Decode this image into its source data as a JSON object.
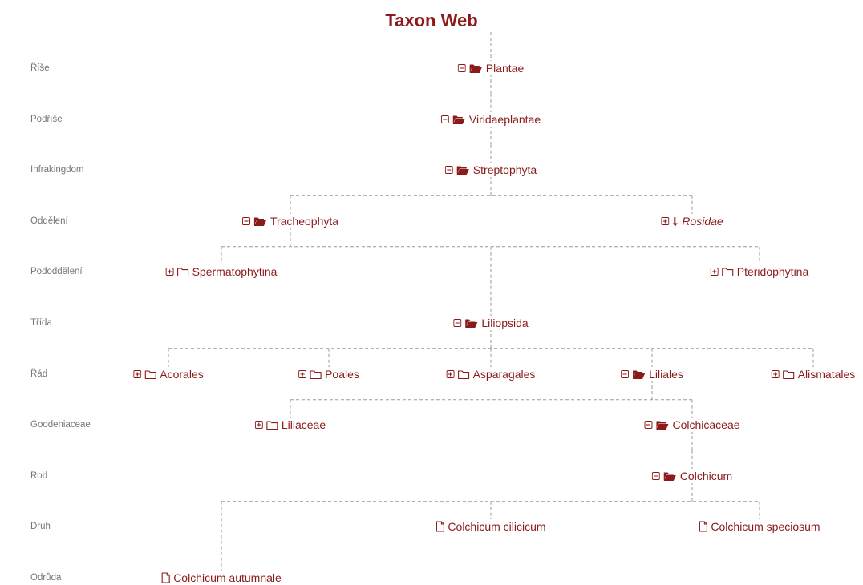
{
  "title": "Taxon Web",
  "colors": {
    "accent": "#8b1a1a",
    "rank_label": "#777777",
    "connector": "#9a9a9a"
  },
  "ranks": [
    "Říše",
    "Podříše",
    "Infrakingdom",
    "Oddělení",
    "Pododdělení",
    "Třída",
    "Řád",
    "Goodeniaceae",
    "Rod",
    "Druh",
    "Odrůda"
  ],
  "nodes": [
    {
      "id": "plantae",
      "label": "Plantae",
      "rank_index": 0,
      "toggle": "minus",
      "icon": "folder-open-icon",
      "parent": null
    },
    {
      "id": "viridaeplantae",
      "label": "Viridaeplantae",
      "rank_index": 1,
      "toggle": "minus",
      "icon": "folder-open-icon",
      "parent": "plantae"
    },
    {
      "id": "streptophyta",
      "label": "Streptophyta",
      "rank_index": 2,
      "toggle": "minus",
      "icon": "folder-open-icon",
      "parent": "viridaeplantae"
    },
    {
      "id": "tracheophyta",
      "label": "Tracheophyta",
      "rank_index": 3,
      "toggle": "minus",
      "icon": "folder-open-icon",
      "parent": "streptophyta"
    },
    {
      "id": "rosidae",
      "label": "Rosidae",
      "rank_index": 3,
      "toggle": "plus",
      "icon": "arrow-down-icon",
      "italic": true,
      "parent": "streptophyta"
    },
    {
      "id": "spermatophytina",
      "label": "Spermatophytina",
      "rank_index": 4,
      "toggle": "plus",
      "icon": "folder-closed-icon",
      "parent": "tracheophyta"
    },
    {
      "id": "pteridophytina",
      "label": "Pteridophytina",
      "rank_index": 4,
      "toggle": "plus",
      "icon": "folder-closed-icon",
      "parent": "tracheophyta"
    },
    {
      "id": "liliopsida",
      "label": "Liliopsida",
      "rank_index": 5,
      "toggle": "minus",
      "icon": "folder-open-icon",
      "parent": "tracheophyta"
    },
    {
      "id": "acorales",
      "label": "Acorales",
      "rank_index": 6,
      "toggle": "plus",
      "icon": "folder-closed-icon",
      "parent": "liliopsida"
    },
    {
      "id": "poales",
      "label": "Poales",
      "rank_index": 6,
      "toggle": "plus",
      "icon": "folder-closed-icon",
      "parent": "liliopsida"
    },
    {
      "id": "asparagales",
      "label": "Asparagales",
      "rank_index": 6,
      "toggle": "plus",
      "icon": "folder-closed-icon",
      "parent": "liliopsida"
    },
    {
      "id": "liliales",
      "label": "Liliales",
      "rank_index": 6,
      "toggle": "minus",
      "icon": "folder-open-icon",
      "parent": "liliopsida"
    },
    {
      "id": "alismatales",
      "label": "Alismatales",
      "rank_index": 6,
      "toggle": "plus",
      "icon": "folder-closed-icon",
      "parent": "liliopsida"
    },
    {
      "id": "liliaceae",
      "label": "Liliaceae",
      "rank_index": 7,
      "toggle": "plus",
      "icon": "folder-closed-icon",
      "parent": "liliales"
    },
    {
      "id": "colchicaceae",
      "label": "Colchicaceae",
      "rank_index": 7,
      "toggle": "minus",
      "icon": "folder-open-icon",
      "parent": "liliales"
    },
    {
      "id": "colchicum",
      "label": "Colchicum",
      "rank_index": 8,
      "toggle": "minus",
      "icon": "folder-open-icon",
      "parent": "colchicaceae"
    },
    {
      "id": "colchicum-cilicicum",
      "label": "Colchicum cilicicum",
      "rank_index": 9,
      "toggle": null,
      "icon": "document-icon",
      "parent": "colchicum"
    },
    {
      "id": "colchicum-speciosum",
      "label": "Colchicum speciosum",
      "rank_index": 9,
      "toggle": null,
      "icon": "document-icon",
      "parent": "colchicum"
    },
    {
      "id": "colchicum-autumnale",
      "label": "Colchicum autumnale",
      "rank_index": 10,
      "toggle": null,
      "icon": "document-icon",
      "parent": "colchicum"
    }
  ]
}
